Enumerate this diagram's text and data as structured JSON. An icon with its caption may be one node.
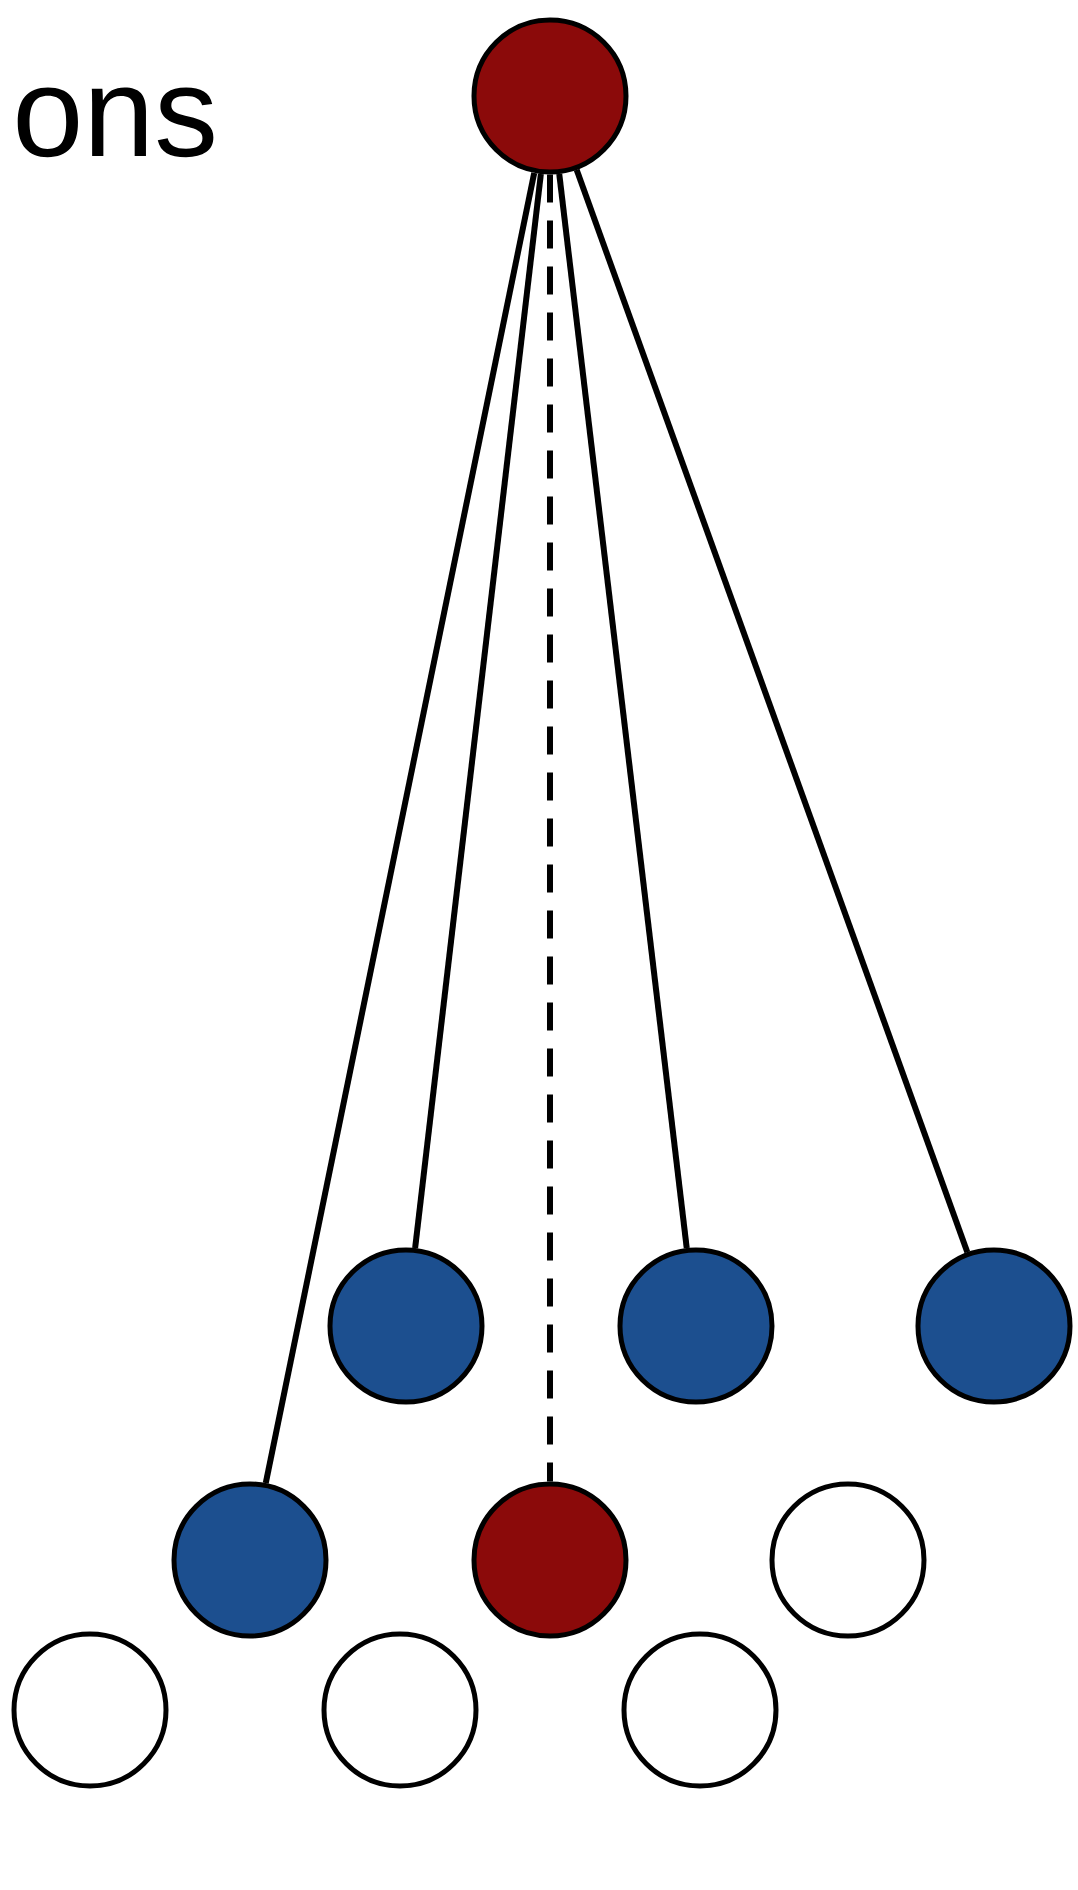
{
  "diagram": {
    "nodes": [
      {
        "text": [],
        "shape": "circle"
      },
      {
        "text": [],
        "shape": "circle"
      },
      {
        "text": [],
        "shape": "circle"
      },
      {
        "text": [],
        "shape": "circle"
      },
      {
        "text": [],
        "shape": "circle"
      },
      {
        "text": [],
        "shape": "circle"
      },
      {
        "text": [],
        "shape": "circle"
      },
      {
        "text": [],
        "shape": "circle"
      },
      {
        "text": [],
        "shape": "circle"
      },
      {
        "text": [],
        "shape": "circle"
      }
    ],
    "edges": [
      {
        "from": 0,
        "to": 4,
        "arrow": "none"
      },
      {
        "from": 0,
        "to": 1,
        "arrow": "none"
      },
      {
        "from": 0,
        "to": 5,
        "arrow": "none",
        "style": "dashed"
      },
      {
        "from": 0,
        "to": 2,
        "arrow": "none"
      },
      {
        "from": 0,
        "to": 3,
        "arrow": "none"
      }
    ],
    "labels": [
      "ons"
    ]
  }
}
